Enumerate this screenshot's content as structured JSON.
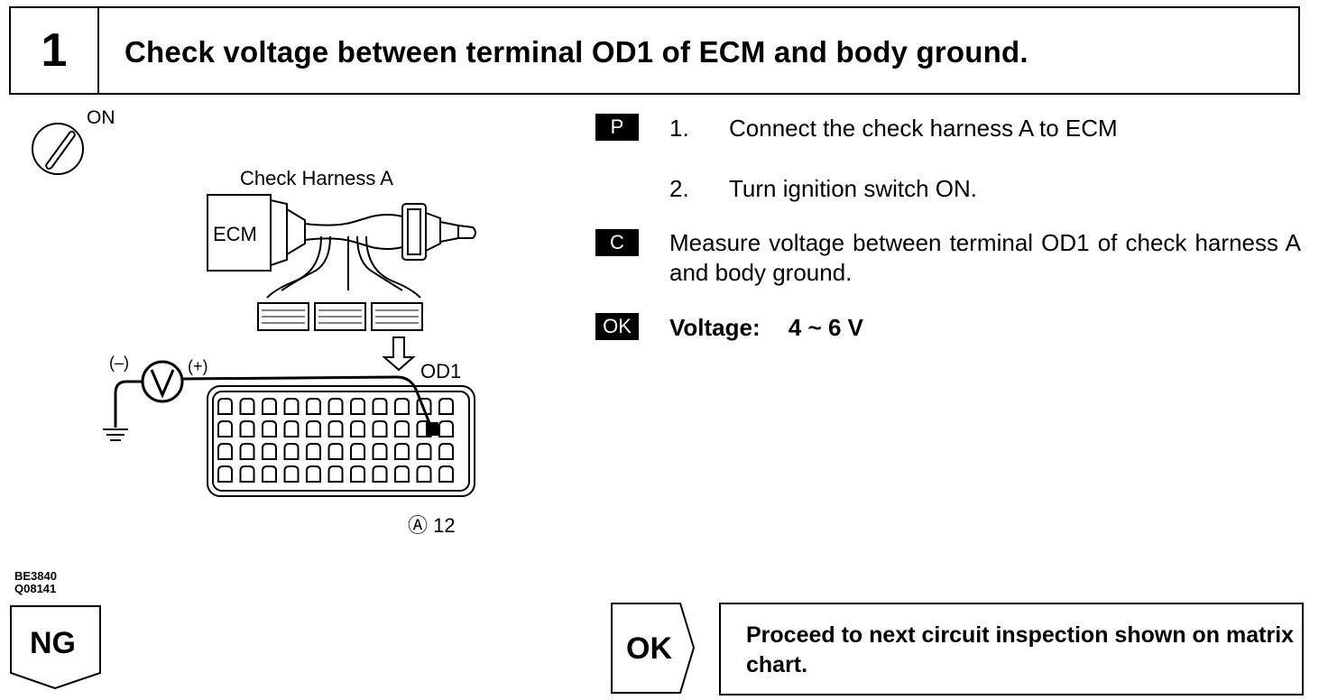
{
  "step": {
    "number": "1",
    "title": "Check voltage between terminal OD1 of ECM and body ground."
  },
  "diagram": {
    "switch_label": "ON",
    "harness_label": "Check Harness A",
    "ecm_label": "ECM",
    "minus_label": "(–)",
    "plus_label": "(+)",
    "od1_label": "OD1",
    "connector_label": "Ⓐ 12",
    "fig_code_1": "BE3840",
    "fig_code_2": "Q08141"
  },
  "instructions": {
    "p_tag": "P",
    "p_items": [
      {
        "num": "1.",
        "text": "Connect the check harness A to ECM"
      },
      {
        "num": "2.",
        "text": "Turn ignition switch ON."
      }
    ],
    "c_tag": "C",
    "c_text": "Measure voltage between terminal OD1 of check harness A and body ground.",
    "ok_tag": "OK",
    "ok_label": "Voltage:",
    "ok_value": "4 ~ 6 V"
  },
  "results": {
    "ng_label": "NG",
    "ok_label": "OK",
    "ok_text": "Proceed to next circuit inspection shown on matrix chart."
  }
}
